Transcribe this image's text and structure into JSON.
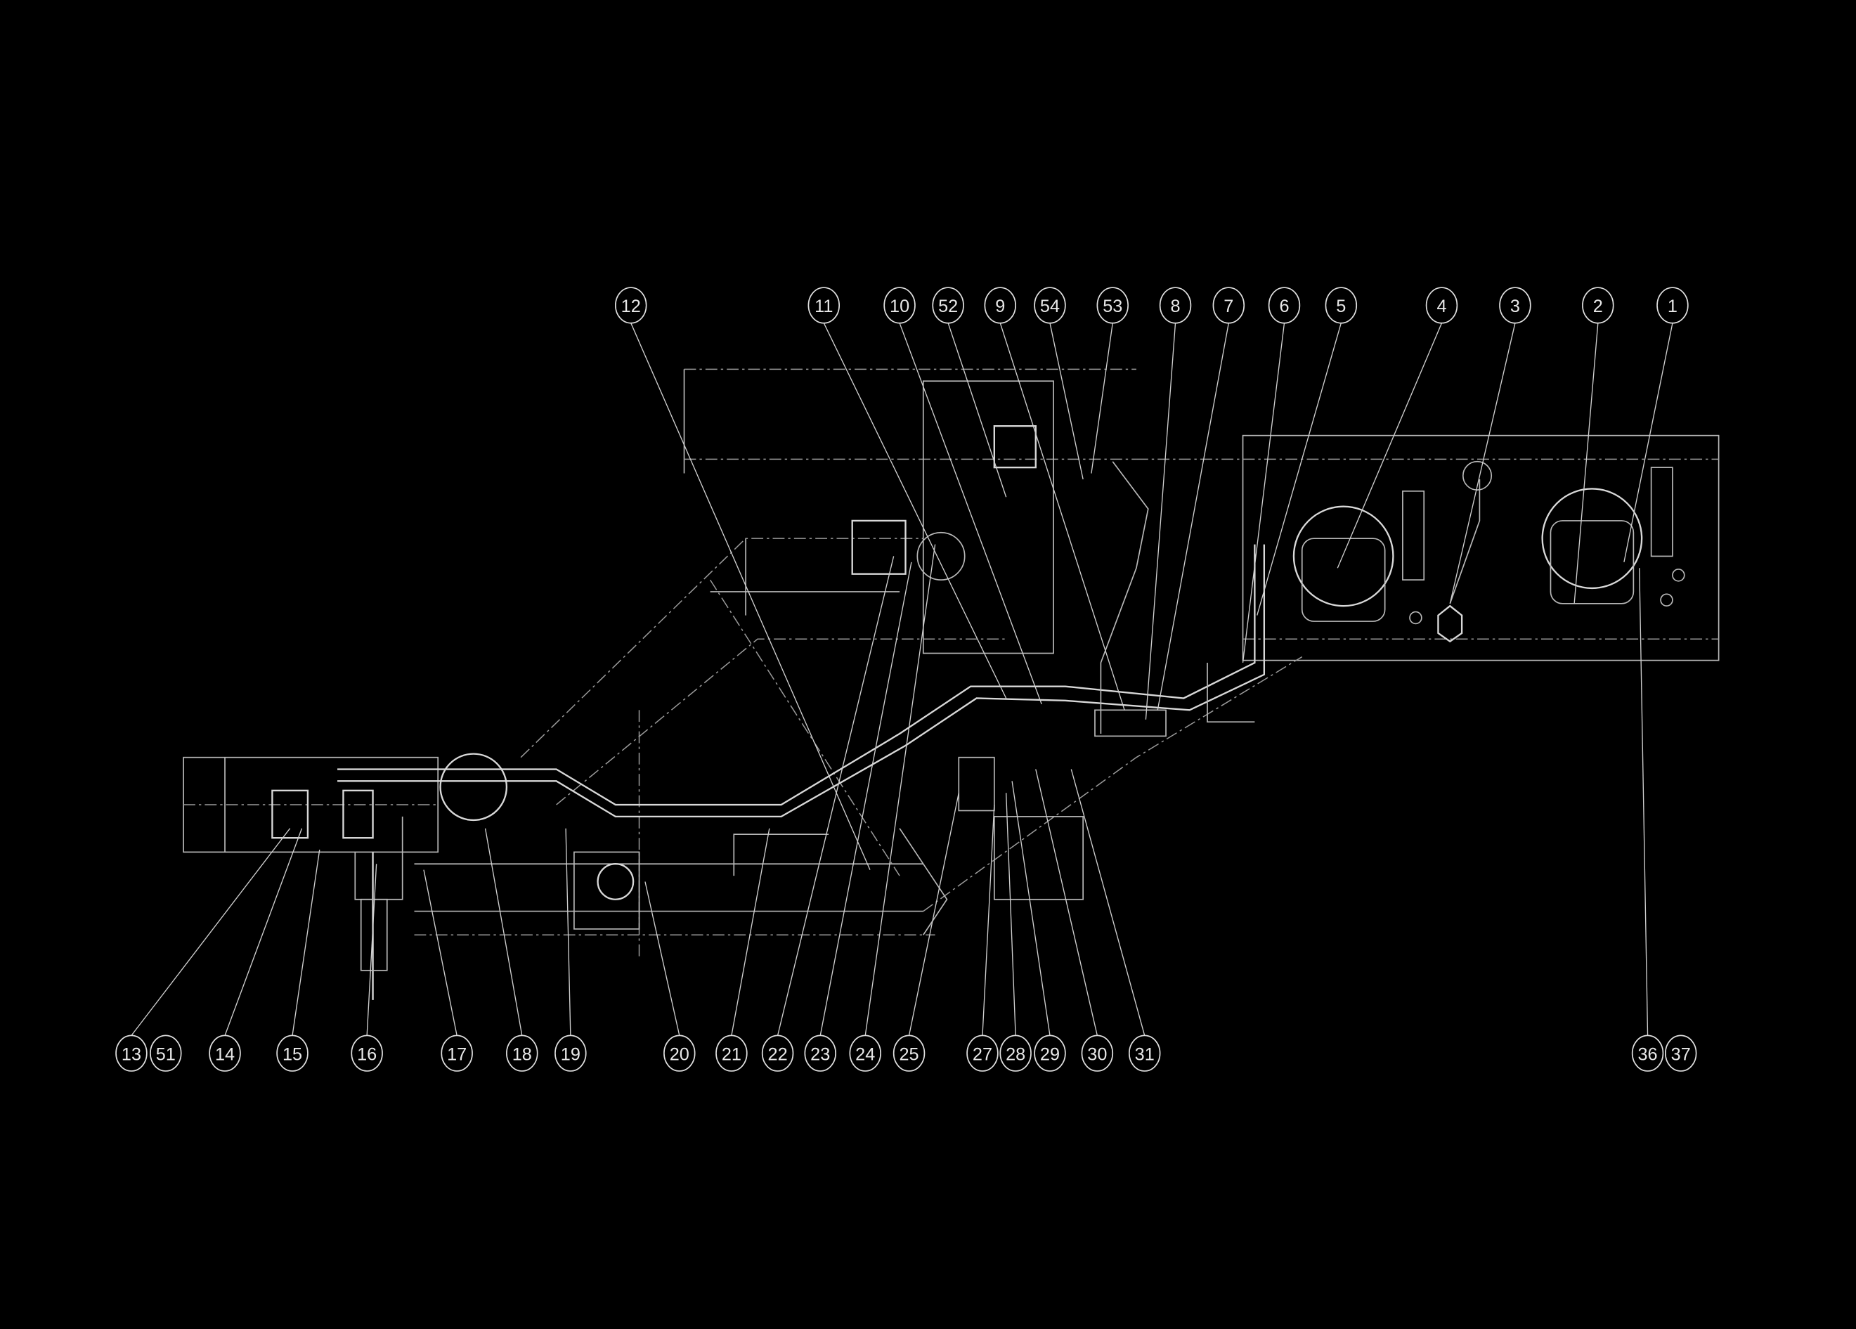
{
  "drawing": {
    "title": "Frame piping and component assembly diagram",
    "top_callouts": [
      "12",
      "11",
      "10",
      "52",
      "9",
      "54",
      "53",
      "8",
      "7",
      "6",
      "5",
      "4",
      "3",
      "2",
      "1"
    ],
    "bottom_callouts": [
      "13",
      "51",
      "14",
      "15",
      "16",
      "17",
      "18",
      "19",
      "20",
      "21",
      "22",
      "23",
      "24",
      "25",
      "27",
      "28",
      "29",
      "30",
      "31",
      "36",
      "37"
    ],
    "colors": {
      "background": "#000000",
      "line": "#b8b8b8",
      "callout": "#e0e0e0"
    }
  }
}
